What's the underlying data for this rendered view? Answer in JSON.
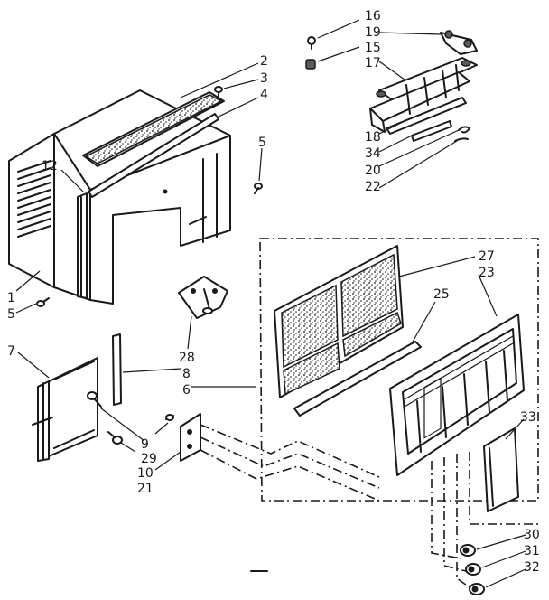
{
  "callouts": [
    {
      "id": "c16",
      "text": "16"
    },
    {
      "id": "c19",
      "text": "19"
    },
    {
      "id": "c15",
      "text": "15"
    },
    {
      "id": "c17",
      "text": "17"
    },
    {
      "id": "c18",
      "text": "18"
    },
    {
      "id": "c34",
      "text": "34"
    },
    {
      "id": "c20",
      "text": "20"
    },
    {
      "id": "c22",
      "text": "22"
    },
    {
      "id": "c2",
      "text": "2"
    },
    {
      "id": "c3",
      "text": "3"
    },
    {
      "id": "c4",
      "text": "4"
    },
    {
      "id": "c5a",
      "text": "5"
    },
    {
      "id": "c12",
      "text": "12"
    },
    {
      "id": "c1",
      "text": "1"
    },
    {
      "id": "c5b",
      "text": "5"
    },
    {
      "id": "c7",
      "text": "7"
    },
    {
      "id": "c28",
      "text": "28"
    },
    {
      "id": "c8",
      "text": "8"
    },
    {
      "id": "c6",
      "text": "6"
    },
    {
      "id": "c9",
      "text": "9"
    },
    {
      "id": "c29",
      "text": "29"
    },
    {
      "id": "c10",
      "text": "10"
    },
    {
      "id": "c21",
      "text": "21"
    },
    {
      "id": "c27",
      "text": "27"
    },
    {
      "id": "c23",
      "text": "23"
    },
    {
      "id": "c25",
      "text": "25"
    },
    {
      "id": "c33",
      "text": "33"
    },
    {
      "id": "c30",
      "text": "30"
    },
    {
      "id": "c31",
      "text": "31"
    },
    {
      "id": "c32",
      "text": "32"
    }
  ]
}
